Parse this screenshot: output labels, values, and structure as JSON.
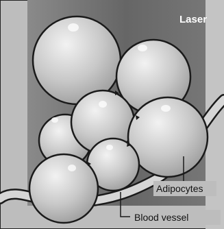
{
  "labels": {
    "laser": "Laser",
    "adipocytes": "Adipocytes",
    "blood_vessel": "Blood vessel"
  },
  "colors": {
    "laser_beam": "#6e6e6e",
    "background": "#bdbdbd",
    "cell_fill": "#c8c8c8",
    "cell_outline": "#1a1a1a"
  }
}
